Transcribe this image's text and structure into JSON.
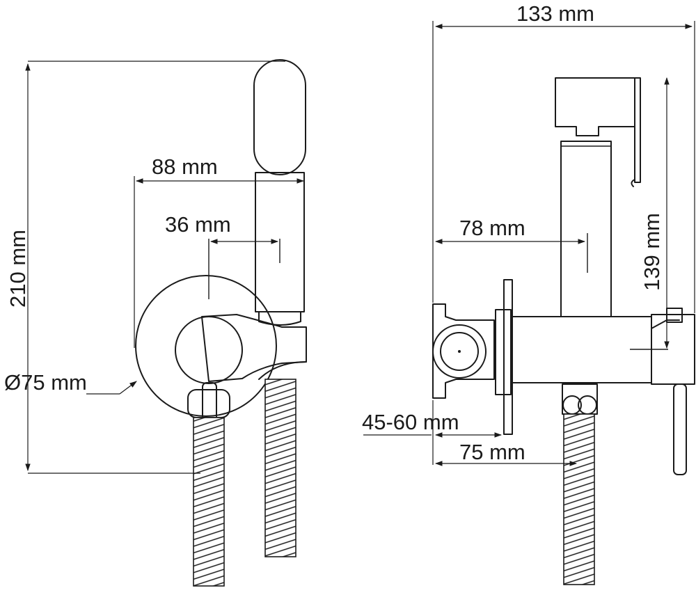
{
  "dimensions": {
    "total_width": "133 mm",
    "total_height": "210 mm",
    "handle_reach": "88 mm",
    "lever_offset": "36 mm",
    "plate_diameter": "Ø75 mm",
    "depth_to_outlet": "78 mm",
    "holder_height": "139 mm",
    "wall_depth": "45-60 mm",
    "outlet_depth": "75 mm"
  }
}
